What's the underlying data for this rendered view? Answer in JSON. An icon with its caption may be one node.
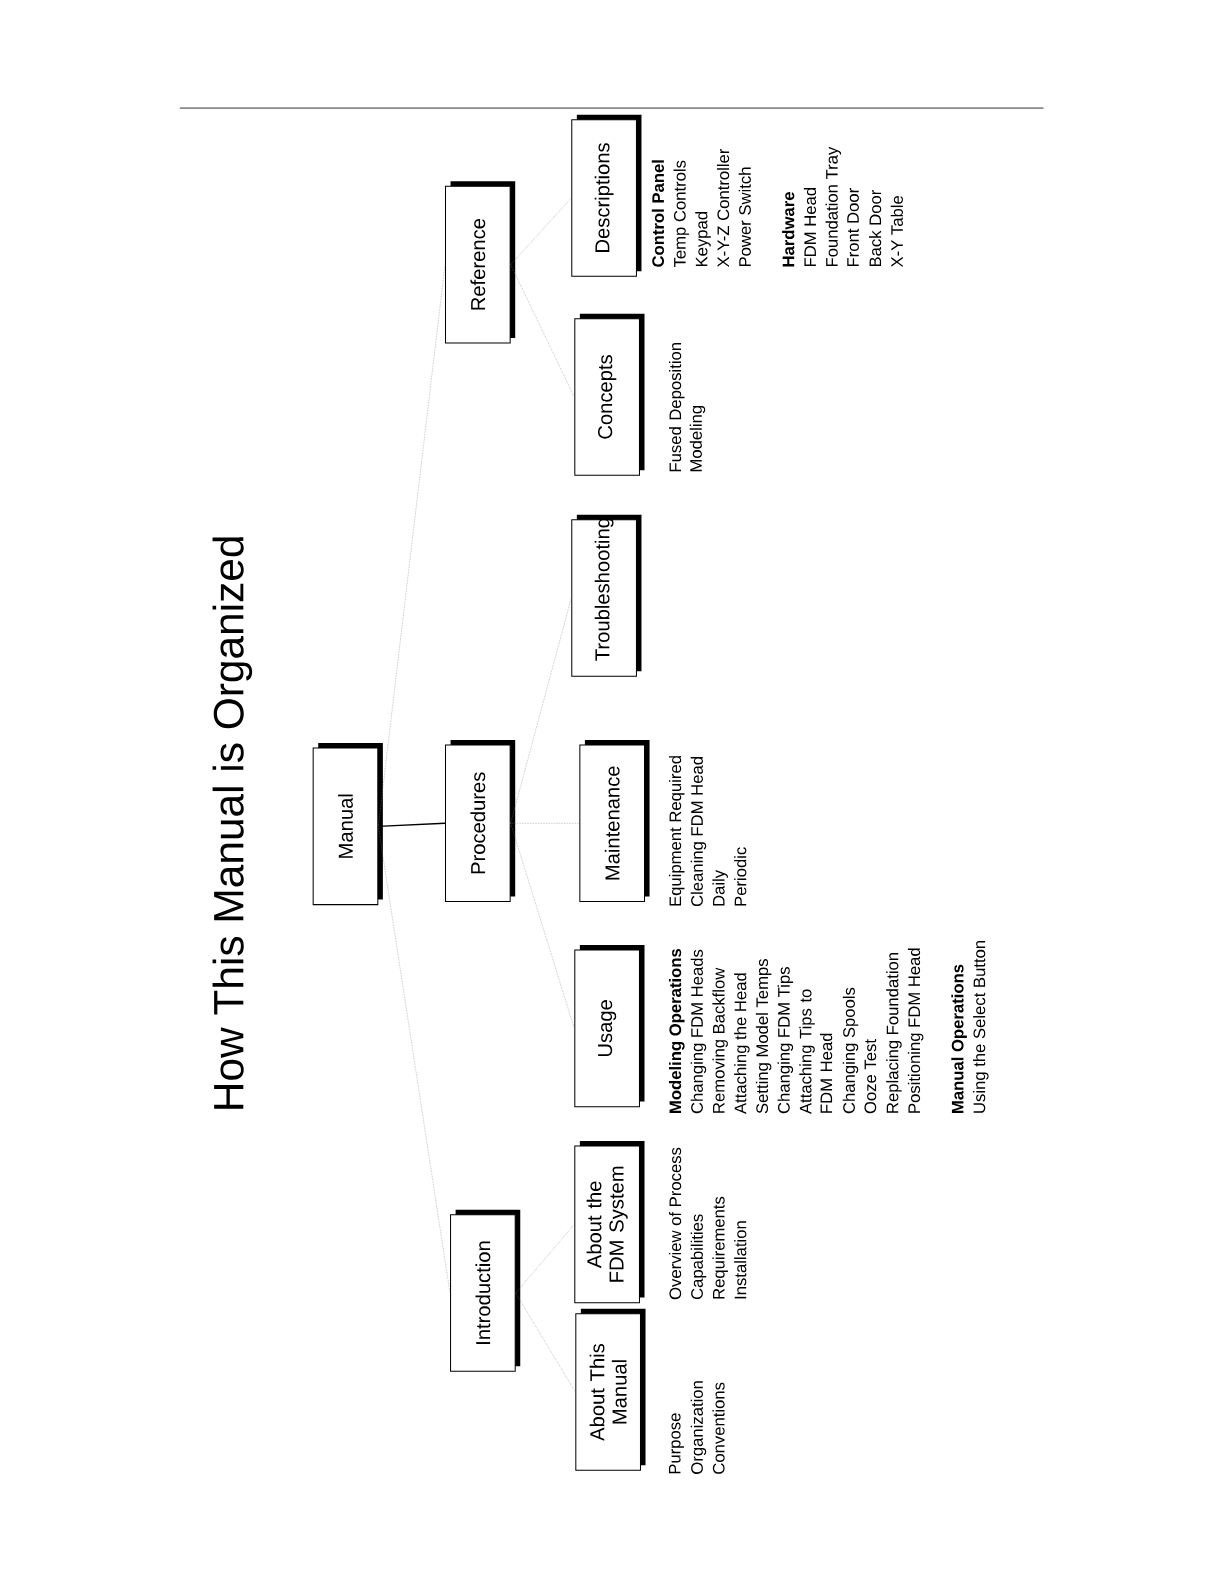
{
  "diagram": {
    "title": "How This Manual is Organized",
    "nodes": [
      {
        "text": [
          "Manual"
        ]
      },
      {
        "text": [
          "Introduction"
        ]
      },
      {
        "text": [
          "Procedures"
        ]
      },
      {
        "text": [
          "Reference"
        ]
      },
      {
        "text": [
          "About This Manual"
        ],
        "beside": [
          "Purpose",
          "Organization",
          "Conventions"
        ]
      },
      {
        "text": [
          "About the FDM System"
        ],
        "beside": [
          "Overview of Process",
          "Capabilities",
          "Requirements",
          "Installation"
        ]
      },
      {
        "text": [
          "Usage"
        ],
        "beside": [
          "Modeling Operations",
          "Changing FDM Heads",
          "Removing Backflow",
          "Attaching the Head",
          "Setting Model Temps",
          "Changing FDM Tips",
          "Attaching Tips to FDM Head",
          "Changing Spools",
          "Ooze Test",
          "Replacing Foundation",
          "Positioning FDM Head",
          "Manual Operations",
          "Using the Select Button"
        ]
      },
      {
        "text": [
          "Maintenance"
        ],
        "beside": [
          "Equipment Required",
          "Cleaning FDM Head",
          "Daily",
          "Periodic"
        ]
      },
      {
        "text": [
          "Troubleshooting"
        ]
      },
      {
        "text": [
          "Concepts"
        ],
        "beside": [
          "Fused Deposition Modeling"
        ]
      },
      {
        "text": [
          "Descriptions"
        ],
        "beside": [
          "Control Panel",
          "Temp Controls",
          "Keypad",
          "X-Y-Z Controller",
          "Power Switch",
          "Hardware",
          "FDM Head",
          "Foundation Tray",
          "Front Door",
          "Back Door",
          "X-Y Table"
        ]
      }
    ],
    "edges": [
      {
        "from": 0,
        "to": 1,
        "arrow": "none",
        "style": "dashed"
      },
      {
        "from": 0,
        "to": 2,
        "arrow": "none",
        "color": "#000000"
      },
      {
        "from": 0,
        "to": 3,
        "arrow": "none",
        "style": "dashed"
      },
      {
        "from": 1,
        "to": 4,
        "arrow": "none",
        "style": "dashed"
      },
      {
        "from": 1,
        "to": 5,
        "arrow": "none",
        "style": "dashed"
      },
      {
        "from": 2,
        "to": 6,
        "arrow": "none",
        "style": "dashed"
      },
      {
        "from": 2,
        "to": 7,
        "arrow": "none",
        "style": "dashed"
      },
      {
        "from": 2,
        "to": 8,
        "arrow": "none",
        "style": "dashed"
      },
      {
        "from": 3,
        "to": 9,
        "arrow": "none",
        "style": "dashed"
      },
      {
        "from": 3,
        "to": 10,
        "arrow": "none",
        "style": "dashed"
      }
    ]
  }
}
